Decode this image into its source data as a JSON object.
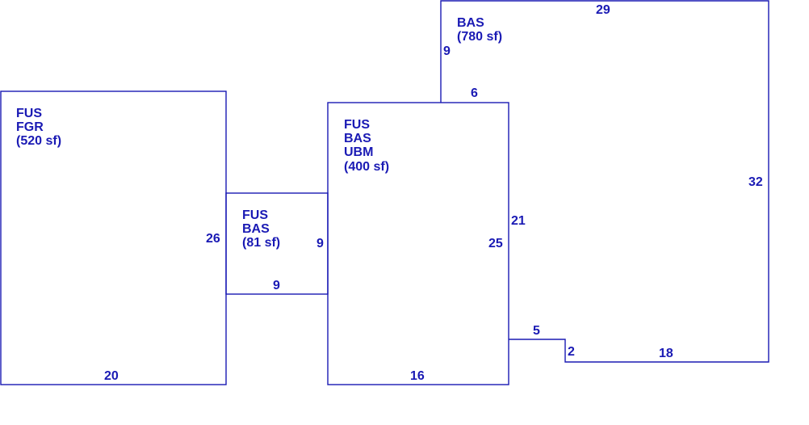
{
  "areas": [
    {
      "id": "left",
      "lines": [
        "FUS",
        "FGR",
        "(520 sf)"
      ]
    },
    {
      "id": "small",
      "lines": [
        "FUS",
        "BAS",
        "(81 sf)"
      ]
    },
    {
      "id": "middle",
      "lines": [
        "FUS",
        "BAS",
        "UBM",
        "(400 sf)"
      ]
    },
    {
      "id": "right",
      "lines": [
        "BAS",
        "(780 sf)"
      ]
    }
  ],
  "dimensions": {
    "left_height": "26",
    "left_width": "20",
    "small_height": "9",
    "small_width": "9",
    "middle_top": "6",
    "middle_height": "25",
    "middle_width": "16",
    "right_top_width": "29",
    "right_left_height": "9",
    "right_height": "32",
    "right_inner_height": "21",
    "notch_width": "5",
    "notch_height": "2",
    "right_bottom_width": "18"
  },
  "colors": {
    "stroke": "#1a1ab4",
    "text": "#1a1ab4",
    "background": "#ffffff"
  }
}
